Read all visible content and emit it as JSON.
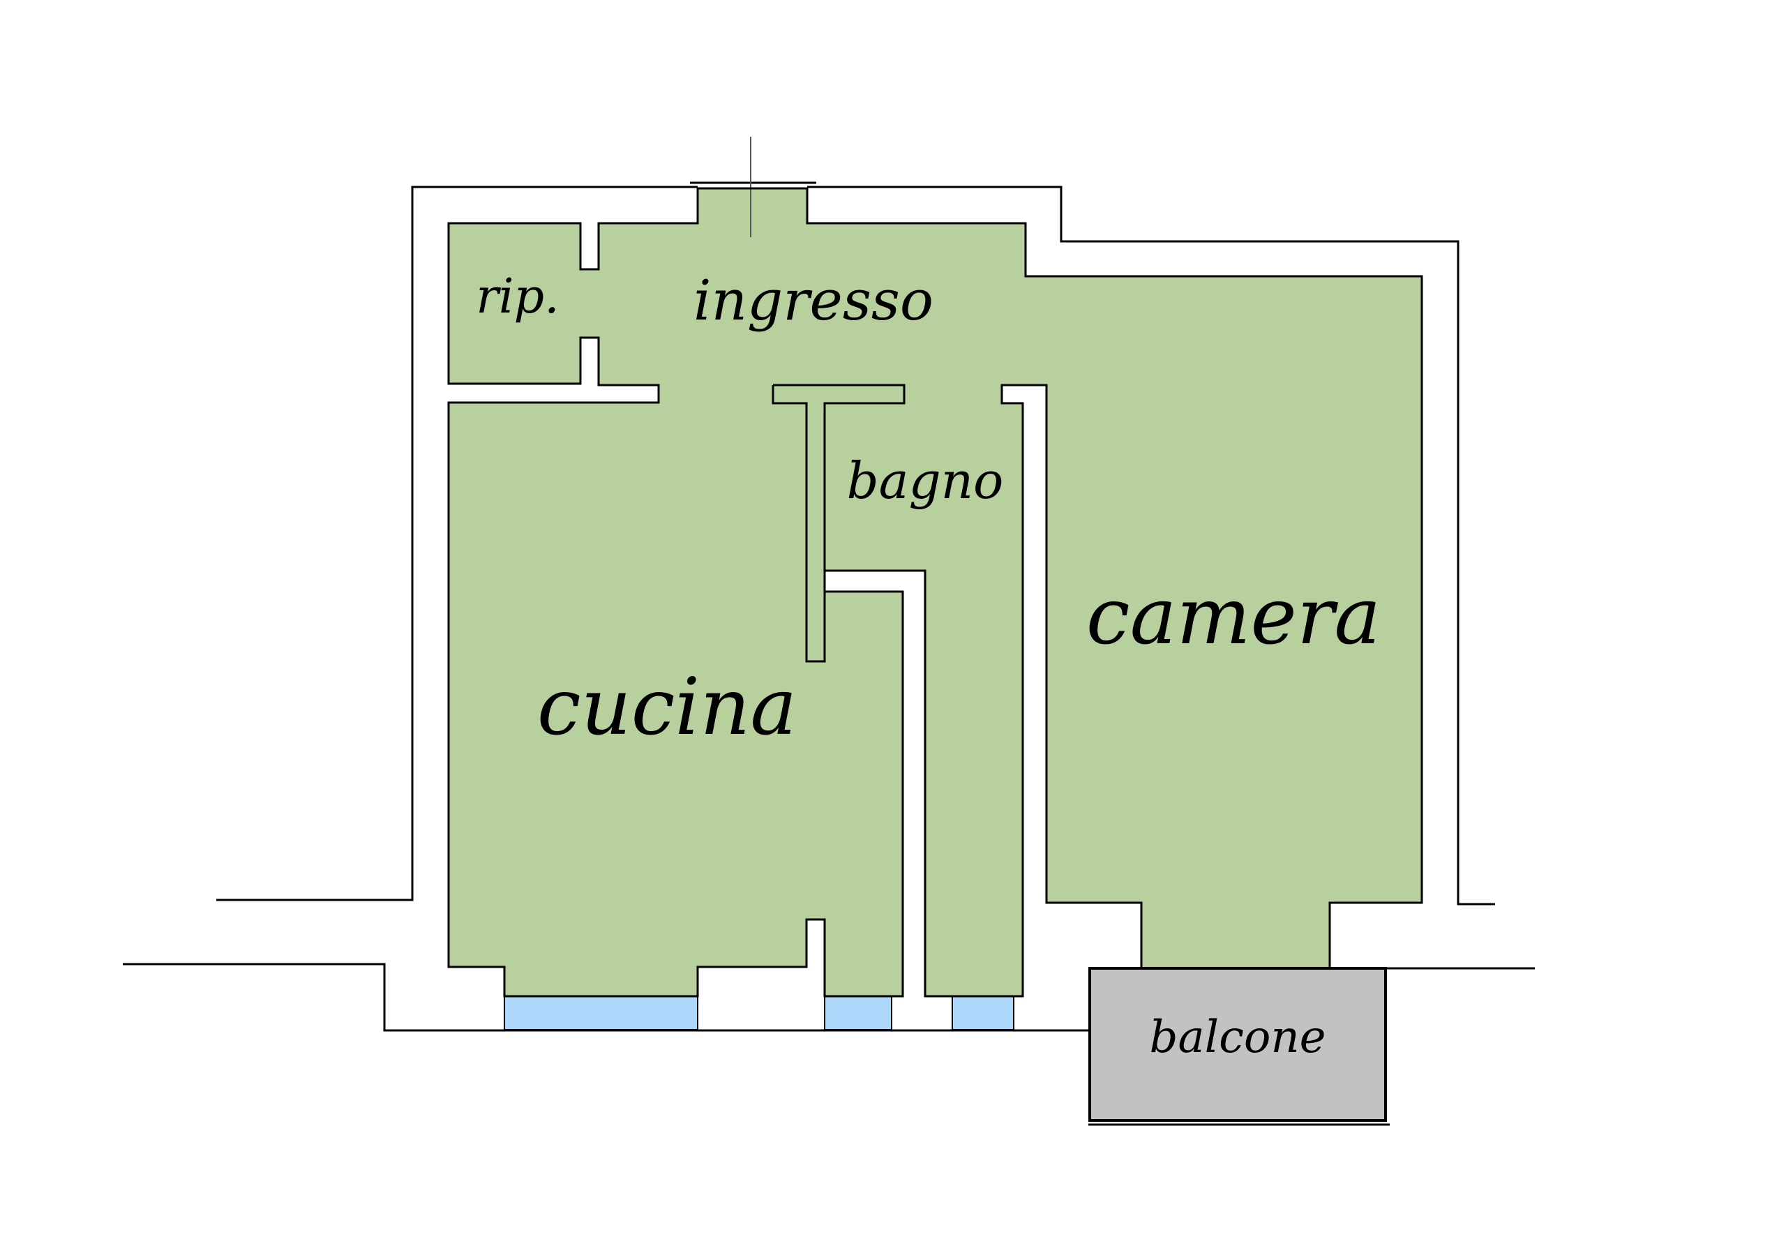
{
  "colors": {
    "floor": "#b8cf9e",
    "window": "#add8fb",
    "balcony": "#c2c2c2",
    "wall_stroke": "#000000",
    "background": "#ffffff"
  },
  "rooms": {
    "rip": "rip.",
    "ingresso": "ingresso",
    "bagno": "bagno",
    "camera": "camera",
    "cucina": "cucina",
    "balcone": "balcone"
  }
}
